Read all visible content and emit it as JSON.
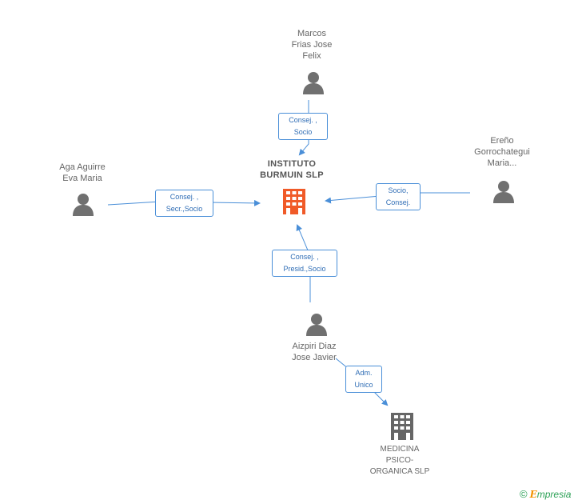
{
  "diagram": {
    "center": {
      "lines": [
        "INSTITUTO",
        "BURMUIN SLP"
      ],
      "color": "#f05a28"
    },
    "people": [
      {
        "id": "marcos",
        "lines": [
          "Marcos",
          "Frias Jose",
          "Felix"
        ]
      },
      {
        "id": "aga",
        "lines": [
          "Aga Aguirre",
          "Eva Maria"
        ]
      },
      {
        "id": "ereno",
        "lines": [
          "Ereño",
          "Gorrochategui",
          "Maria..."
        ]
      },
      {
        "id": "aizpiri",
        "lines": [
          "Aizpiri Diaz",
          "Jose Javier"
        ]
      }
    ],
    "companies": [
      {
        "id": "medicina",
        "lines": [
          "MEDICINA",
          "PSICO-",
          "ORGANICA SLP"
        ],
        "color": "#666666"
      }
    ],
    "relations": [
      {
        "from": "marcos",
        "to": "center",
        "lines": [
          "Consej. ,",
          "Socio"
        ]
      },
      {
        "from": "aga",
        "to": "center",
        "lines": [
          "Consej. ,",
          "Secr.,Socio"
        ]
      },
      {
        "from": "ereno",
        "to": "center",
        "lines": [
          "Socio,",
          "Consej."
        ]
      },
      {
        "from": "aizpiri",
        "to": "center",
        "lines": [
          "Consej. ,",
          "Presid.,Socio"
        ]
      },
      {
        "from": "aizpiri",
        "to": "medicina",
        "lines": [
          "Adm.",
          "Unico"
        ]
      }
    ],
    "edge_color": "#4a8fd8",
    "person_icon_color": "#707070"
  },
  "brand": {
    "copyright": "©",
    "e": "E",
    "rest": "mpresia"
  }
}
